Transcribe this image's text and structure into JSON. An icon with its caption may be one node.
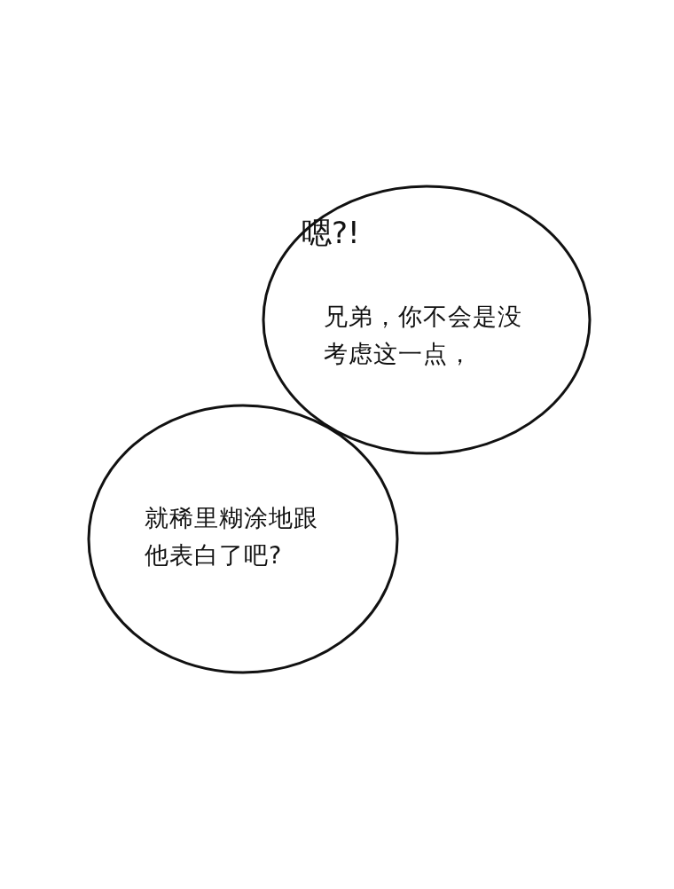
{
  "diagram": {
    "nodes": [
      {
        "text": [
          "兄弟，你不会是没考虑这一点，"
        ]
      },
      {
        "text": [
          "就稀里糊涂地跟他表白了吧?"
        ]
      }
    ],
    "labels": [
      "嗯?!"
    ]
  }
}
